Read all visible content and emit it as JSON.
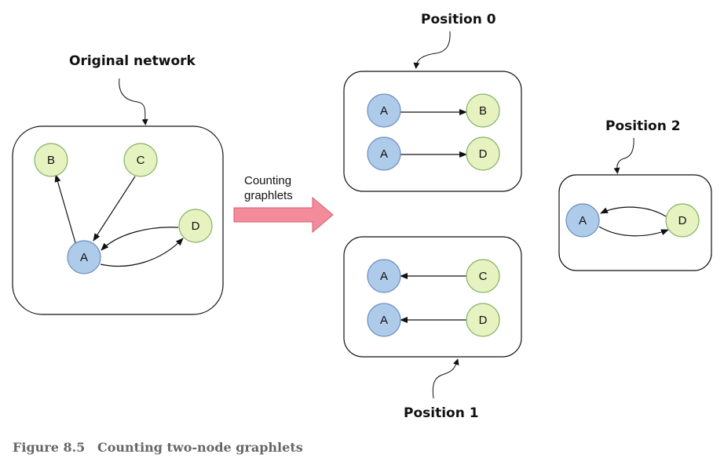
{
  "labels": {
    "original": "Original network",
    "position0": "Position 0",
    "position1": "Position 1",
    "position2": "Position 2"
  },
  "transform_arrow": {
    "line1": "Counting",
    "line2": "graphlets"
  },
  "caption": {
    "figure": "Figure 8.5",
    "title": "Counting two-node graphlets"
  },
  "colors": {
    "node_blue_fill": "#aecbea",
    "node_blue_stroke": "#6c8ebf",
    "node_green_fill": "#e6f2c0",
    "node_green_stroke": "#82b366",
    "arrow_fill": "#f38b9b",
    "arrow_stroke": "#d45f6f"
  },
  "original_network": {
    "nodes": [
      {
        "id": "A",
        "label": "A",
        "color": "blue"
      },
      {
        "id": "B",
        "label": "B",
        "color": "green"
      },
      {
        "id": "C",
        "label": "C",
        "color": "green"
      },
      {
        "id": "D",
        "label": "D",
        "color": "green"
      }
    ],
    "edges": [
      {
        "from": "A",
        "to": "B"
      },
      {
        "from": "C",
        "to": "A"
      },
      {
        "from": "D",
        "to": "A"
      },
      {
        "from": "A",
        "to": "D"
      }
    ]
  },
  "position0": {
    "pairs": [
      {
        "left": "A",
        "right": "B",
        "direction": "left-to-right"
      },
      {
        "left": "A",
        "right": "D",
        "direction": "left-to-right"
      }
    ]
  },
  "position1": {
    "pairs": [
      {
        "left": "A",
        "right": "C",
        "direction": "right-to-left"
      },
      {
        "left": "A",
        "right": "D",
        "direction": "right-to-left"
      }
    ]
  },
  "position2": {
    "pairs": [
      {
        "left": "A",
        "right": "D",
        "direction": "bidirectional"
      }
    ]
  }
}
